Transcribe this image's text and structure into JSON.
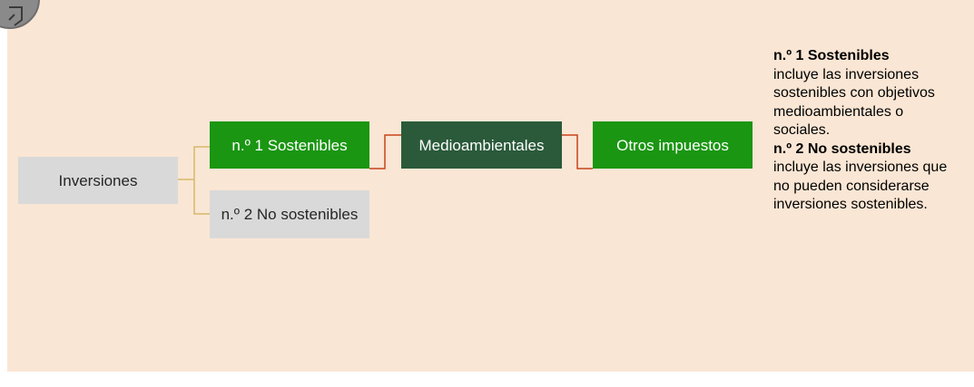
{
  "diagram": {
    "root": "Inversiones",
    "level1": [
      "n.º 1 Sostenibles",
      "n.º 2 No sostenibles"
    ],
    "environmental": "Medioambientales",
    "other": "Otros impuestos"
  },
  "note": {
    "heading_1": "n.º 1 Sostenibles",
    "text_1": "incluye las inversiones sostenibles con objetivos medioambientales o sociales.",
    "heading_2": "n.º 2 No sostenibles",
    "text_2": "incluye las inversiones que no pueden considerarse inversiones sostenibles."
  },
  "colors": {
    "background": "#fae6d4",
    "box_grey": "#d9d9d9",
    "box_green": "#1a9612",
    "box_darkgreen": "#2a5a3a",
    "connector_tan": "#d4b96a",
    "connector_red": "#c8431b"
  }
}
